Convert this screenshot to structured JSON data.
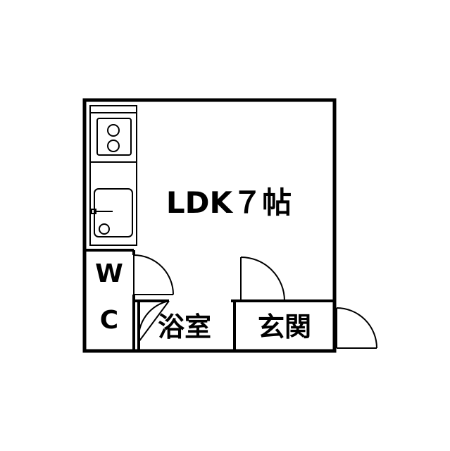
{
  "rooms": {
    "ldk": "LDK７帖",
    "wc_top": "W",
    "wc_bottom": "C",
    "bath": "浴室",
    "entrance": "玄関"
  }
}
